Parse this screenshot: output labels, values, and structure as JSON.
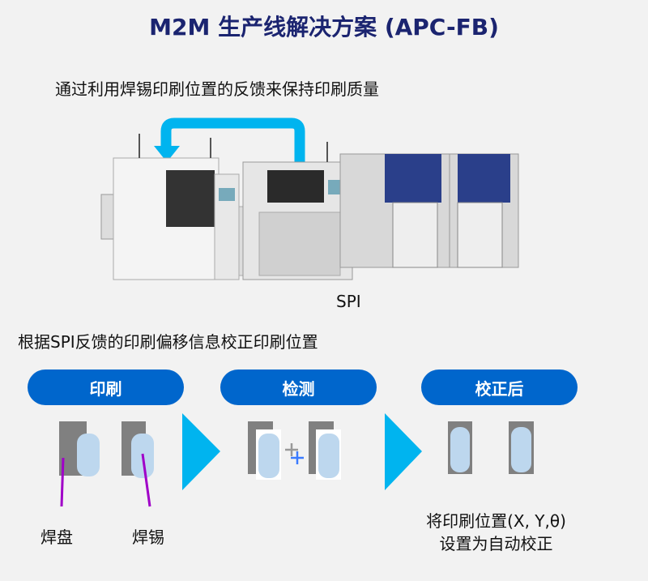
{
  "title": "M2M 生产线解决方案 (APC-FB)",
  "subtitle": "通过利用焊锡印刷位置的反馈来保持印刷质量",
  "spi_label": "SPI",
  "section_heading": "根据SPI反馈的印刷偏移信息校正印刷位置",
  "steps": [
    {
      "label": "印刷"
    },
    {
      "label": "检测"
    },
    {
      "label": "校正后"
    }
  ],
  "labels": {
    "pad": "焊盘",
    "solder": "焊锡"
  },
  "note": {
    "line1": "将印刷位置(X, Y,θ)",
    "line2": "设置为自动校正"
  },
  "colors": {
    "title": "#1b2470",
    "pill": "#0066cc",
    "arrow": "#00b4ef",
    "pad": "#808080",
    "paste": "#bdd7ee",
    "leader": "#a000c8"
  }
}
